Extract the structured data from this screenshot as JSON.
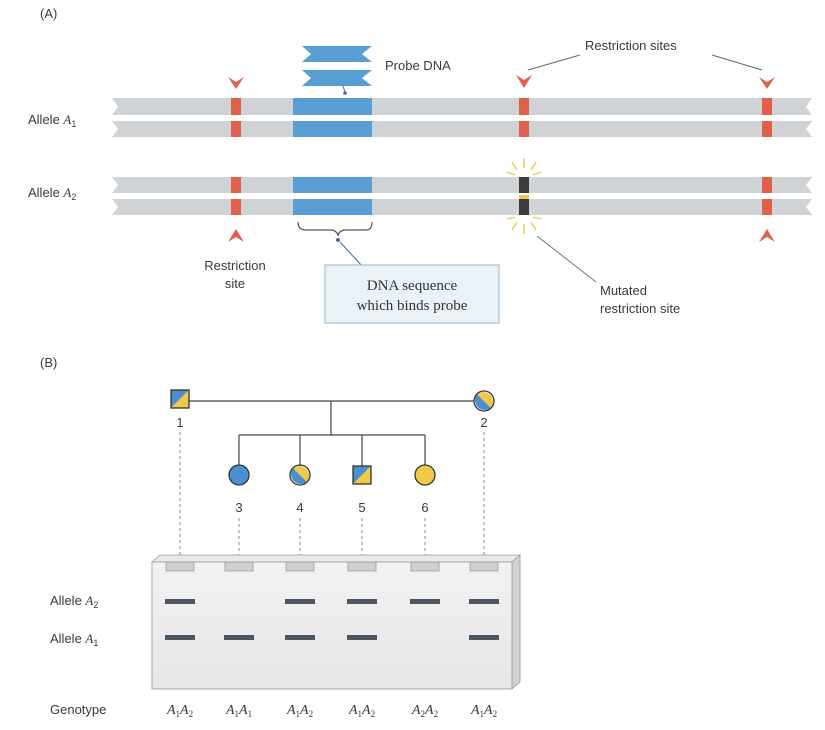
{
  "panel_a": {
    "label": "(A)",
    "probe_label": "Probe DNA",
    "restriction_sites_label": "Restriction sites",
    "allele_a1": {
      "text": "Allele ",
      "italic": "A",
      "sub": "1"
    },
    "allele_a2": {
      "text": "Allele ",
      "italic": "A",
      "sub": "2"
    },
    "restriction_site_label_line1": "Restriction",
    "restriction_site_label_line2": "site",
    "binding_box_line1": "DNA sequence",
    "binding_box_line2": "which binds probe",
    "mutated_label_line1": "Mutated",
    "mutated_label_line2": "restriction site"
  },
  "panel_b": {
    "label": "(B)",
    "individuals": [
      {
        "id": "1",
        "shape": "square",
        "fill": "mixed"
      },
      {
        "id": "2",
        "shape": "circle",
        "fill": "mixed"
      },
      {
        "id": "3",
        "shape": "circle",
        "fill": "blue"
      },
      {
        "id": "4",
        "shape": "circle",
        "fill": "mixed"
      },
      {
        "id": "5",
        "shape": "square",
        "fill": "mixed"
      },
      {
        "id": "6",
        "shape": "circle",
        "fill": "yellow"
      }
    ],
    "gel_row_a2": {
      "text": "Allele ",
      "italic": "A",
      "sub": "2"
    },
    "gel_row_a1": {
      "text": "Allele ",
      "italic": "A",
      "sub": "1"
    },
    "genotype_label": "Genotype",
    "lanes": [
      {
        "individual": "1",
        "genotype": [
          "A",
          "1",
          "A",
          "2"
        ],
        "band_a2": true,
        "band_a1": true
      },
      {
        "individual": "3",
        "genotype": [
          "A",
          "1",
          "A",
          "1"
        ],
        "band_a2": false,
        "band_a1": true
      },
      {
        "individual": "4",
        "genotype": [
          "A",
          "1",
          "A",
          "2"
        ],
        "band_a2": true,
        "band_a1": true
      },
      {
        "individual": "5",
        "genotype": [
          "A",
          "1",
          "A",
          "2"
        ],
        "band_a2": true,
        "band_a1": true
      },
      {
        "individual": "6",
        "genotype": [
          "A",
          "2",
          "A",
          "2"
        ],
        "band_a2": true,
        "band_a1": false
      },
      {
        "individual": "2",
        "genotype": [
          "A",
          "1",
          "A",
          "2"
        ],
        "band_a2": true,
        "band_a1": true
      }
    ]
  },
  "colors": {
    "dna_strand": "#cfd3d6",
    "probe_blue": "#5a9fd4",
    "restriction_red": "#e0604a",
    "mutated_dark": "#3c3c3c",
    "symbol_blue": "#4a8fcf",
    "symbol_yellow": "#f0c84a",
    "gel_band": "#4d5560"
  }
}
